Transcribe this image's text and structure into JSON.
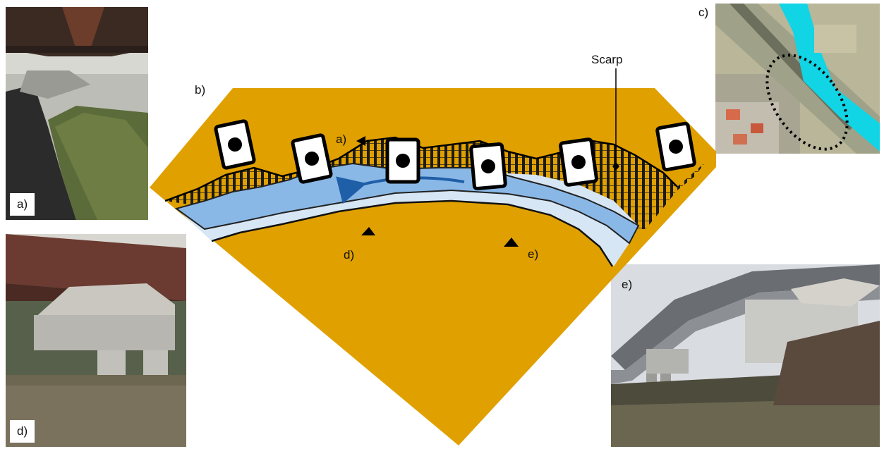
{
  "panels": {
    "a": {
      "label": "a)"
    },
    "b": {
      "label": "b)"
    },
    "c": {
      "label": "c)"
    },
    "d": {
      "label": "d)"
    },
    "e": {
      "label": "e)"
    }
  },
  "diagram": {
    "annotation_scarp": "Scarp",
    "marker_a": "a)",
    "marker_d": "d)",
    "marker_e": "e)"
  },
  "colors": {
    "terrain": "#E0A000",
    "river_main": "#8AB8E6",
    "river_bank": "#D6E6F5",
    "scarp_hatch": "#1a1a1a",
    "flow_arrow": "#1F5FA8",
    "map_river": "#11D4E4"
  },
  "icons": [
    "bridge-pier-icon",
    "flow-arrow-icon",
    "viewpoint-triangle-icon",
    "dotted-ellipse-icon"
  ]
}
